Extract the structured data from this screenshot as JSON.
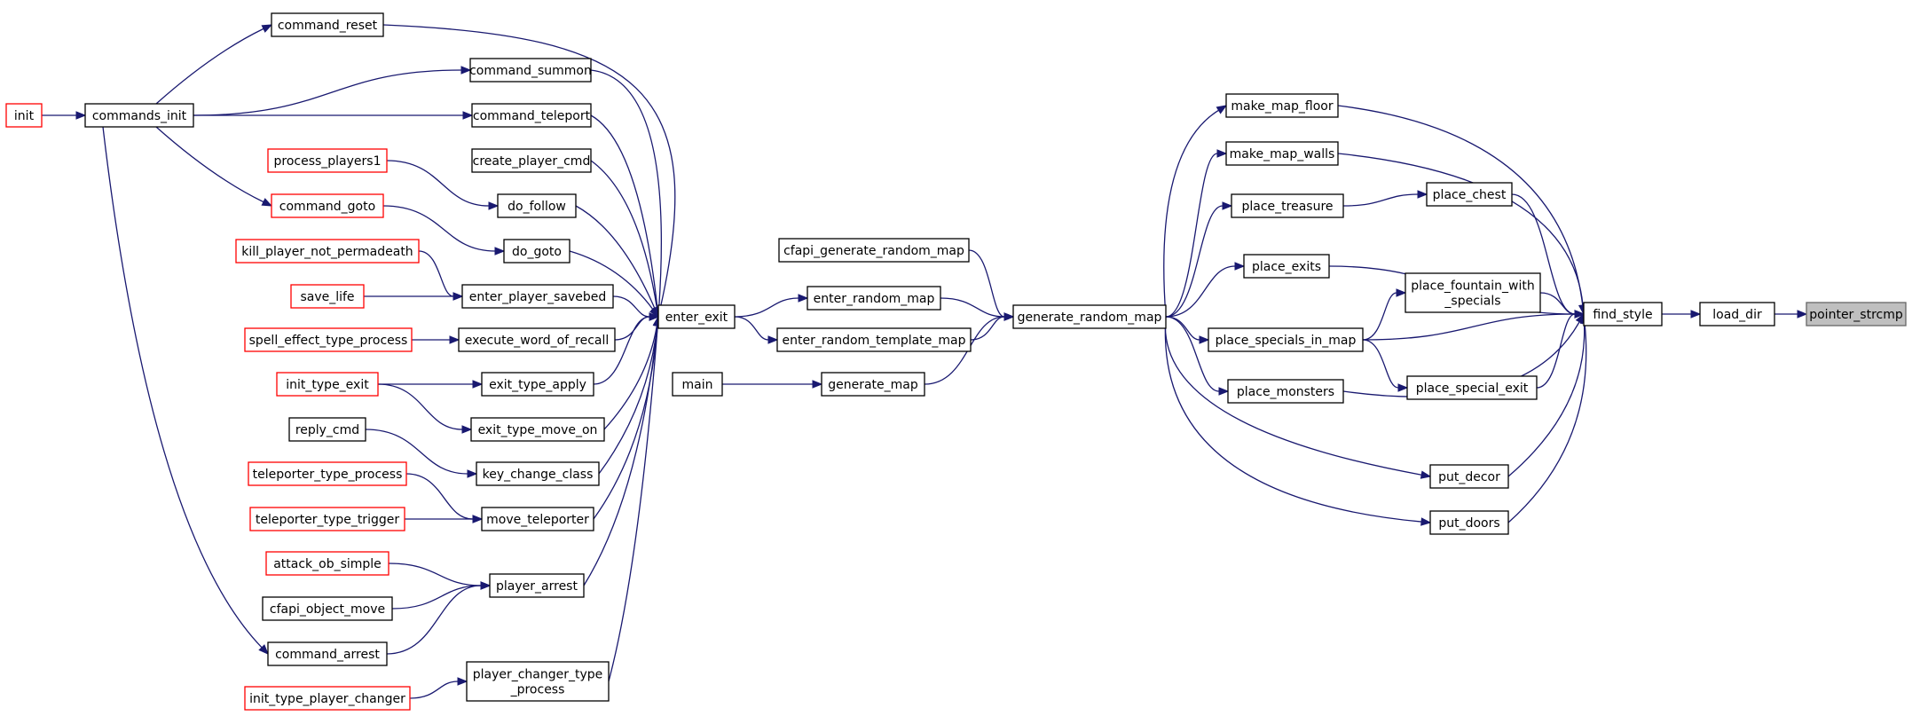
{
  "nodes": {
    "pointer_strcmp": {
      "label": "pointer_strcmp",
      "style": "root"
    },
    "load_dir": {
      "label": "load_dir",
      "style": "normal"
    },
    "find_style": {
      "label": "find_style",
      "style": "normal"
    },
    "make_map_floor": {
      "label": "make_map_floor",
      "style": "normal"
    },
    "make_map_walls": {
      "label": "make_map_walls",
      "style": "normal"
    },
    "place_chest": {
      "label": "place_chest",
      "style": "normal"
    },
    "place_treasure": {
      "label": "place_treasure",
      "style": "normal"
    },
    "place_exits": {
      "label": "place_exits",
      "style": "normal"
    },
    "place_fountain_with_specials": {
      "label": "place_fountain_with\n_specials",
      "style": "normal"
    },
    "place_specials_in_map": {
      "label": "place_specials_in_map",
      "style": "normal"
    },
    "place_special_exit": {
      "label": "place_special_exit",
      "style": "normal"
    },
    "place_monsters": {
      "label": "place_monsters",
      "style": "normal"
    },
    "put_decor": {
      "label": "put_decor",
      "style": "normal"
    },
    "put_doors": {
      "label": "put_doors",
      "style": "normal"
    },
    "generate_random_map": {
      "label": "generate_random_map",
      "style": "normal"
    },
    "cfapi_generate_random_map": {
      "label": "cfapi_generate_random_map",
      "style": "normal"
    },
    "enter_random_map": {
      "label": "enter_random_map",
      "style": "normal"
    },
    "enter_random_template_map": {
      "label": "enter_random_template_map",
      "style": "normal"
    },
    "generate_map": {
      "label": "generate_map",
      "style": "normal"
    },
    "main": {
      "label": "main",
      "style": "normal"
    },
    "enter_exit": {
      "label": "enter_exit",
      "style": "normal"
    },
    "command_reset": {
      "label": "command_reset",
      "style": "normal"
    },
    "command_summon": {
      "label": "command_summon",
      "style": "normal"
    },
    "command_teleport": {
      "label": "command_teleport",
      "style": "normal"
    },
    "create_player_cmd": {
      "label": "create_player_cmd",
      "style": "normal"
    },
    "do_follow": {
      "label": "do_follow",
      "style": "normal"
    },
    "do_goto": {
      "label": "do_goto",
      "style": "normal"
    },
    "enter_player_savebed": {
      "label": "enter_player_savebed",
      "style": "normal"
    },
    "execute_word_of_recall": {
      "label": "execute_word_of_recall",
      "style": "normal"
    },
    "exit_type_apply": {
      "label": "exit_type_apply",
      "style": "normal"
    },
    "exit_type_move_on": {
      "label": "exit_type_move_on",
      "style": "normal"
    },
    "key_change_class": {
      "label": "key_change_class",
      "style": "normal"
    },
    "move_teleporter": {
      "label": "move_teleporter",
      "style": "normal"
    },
    "player_arrest": {
      "label": "player_arrest",
      "style": "normal"
    },
    "player_changer_type_process": {
      "label": "player_changer_type\n_process",
      "style": "normal"
    },
    "commands_init": {
      "label": "commands_init",
      "style": "normal"
    },
    "init": {
      "label": "init",
      "style": "red"
    },
    "process_players1": {
      "label": "process_players1",
      "style": "red"
    },
    "command_goto": {
      "label": "command_goto",
      "style": "red"
    },
    "kill_player_not_permadeath": {
      "label": "kill_player_not_permadeath",
      "style": "red"
    },
    "save_life": {
      "label": "save_life",
      "style": "red"
    },
    "spell_effect_type_process": {
      "label": "spell_effect_type_process",
      "style": "red"
    },
    "init_type_exit": {
      "label": "init_type_exit",
      "style": "red"
    },
    "reply_cmd": {
      "label": "reply_cmd",
      "style": "normal"
    },
    "teleporter_type_process": {
      "label": "teleporter_type_process",
      "style": "red"
    },
    "teleporter_type_trigger": {
      "label": "teleporter_type_trigger",
      "style": "red"
    },
    "attack_ob_simple": {
      "label": "attack_ob_simple",
      "style": "red"
    },
    "cfapi_object_move": {
      "label": "cfapi_object_move",
      "style": "normal"
    },
    "command_arrest": {
      "label": "command_arrest",
      "style": "normal"
    },
    "init_type_player_changer": {
      "label": "init_type_player_changer",
      "style": "red"
    }
  },
  "edges": [
    [
      "load_dir",
      "pointer_strcmp"
    ],
    [
      "find_style",
      "load_dir"
    ],
    [
      "make_map_floor",
      "find_style"
    ],
    [
      "make_map_walls",
      "find_style"
    ],
    [
      "place_chest",
      "find_style"
    ],
    [
      "place_exits",
      "find_style"
    ],
    [
      "place_fountain_with_specials",
      "find_style"
    ],
    [
      "place_specials_in_map",
      "find_style"
    ],
    [
      "place_special_exit",
      "find_style"
    ],
    [
      "place_monsters",
      "find_style"
    ],
    [
      "put_decor",
      "find_style"
    ],
    [
      "put_doors",
      "find_style"
    ],
    [
      "place_treasure",
      "place_chest"
    ],
    [
      "place_specials_in_map",
      "place_fountain_with_specials"
    ],
    [
      "place_specials_in_map",
      "place_special_exit"
    ],
    [
      "generate_random_map",
      "make_map_floor"
    ],
    [
      "generate_random_map",
      "make_map_walls"
    ],
    [
      "generate_random_map",
      "place_treasure"
    ],
    [
      "generate_random_map",
      "place_exits"
    ],
    [
      "generate_random_map",
      "place_specials_in_map"
    ],
    [
      "generate_random_map",
      "place_monsters"
    ],
    [
      "generate_random_map",
      "put_decor"
    ],
    [
      "generate_random_map",
      "put_doors"
    ],
    [
      "cfapi_generate_random_map",
      "generate_random_map"
    ],
    [
      "enter_random_map",
      "generate_random_map"
    ],
    [
      "enter_random_template_map",
      "generate_random_map"
    ],
    [
      "generate_map",
      "generate_random_map"
    ],
    [
      "main",
      "generate_map"
    ],
    [
      "enter_exit",
      "enter_random_map"
    ],
    [
      "enter_exit",
      "enter_random_template_map"
    ],
    [
      "command_reset",
      "enter_exit"
    ],
    [
      "command_summon",
      "enter_exit"
    ],
    [
      "command_teleport",
      "enter_exit"
    ],
    [
      "create_player_cmd",
      "enter_exit"
    ],
    [
      "do_follow",
      "enter_exit"
    ],
    [
      "do_goto",
      "enter_exit"
    ],
    [
      "enter_player_savebed",
      "enter_exit"
    ],
    [
      "execute_word_of_recall",
      "enter_exit"
    ],
    [
      "exit_type_apply",
      "enter_exit"
    ],
    [
      "exit_type_move_on",
      "enter_exit"
    ],
    [
      "key_change_class",
      "enter_exit"
    ],
    [
      "move_teleporter",
      "enter_exit"
    ],
    [
      "player_arrest",
      "enter_exit"
    ],
    [
      "player_changer_type_process",
      "enter_exit"
    ],
    [
      "init",
      "commands_init"
    ],
    [
      "commands_init",
      "command_reset"
    ],
    [
      "commands_init",
      "command_summon"
    ],
    [
      "commands_init",
      "command_teleport"
    ],
    [
      "commands_init",
      "command_goto"
    ],
    [
      "commands_init",
      "command_arrest"
    ],
    [
      "process_players1",
      "do_follow"
    ],
    [
      "command_goto",
      "do_goto"
    ],
    [
      "kill_player_not_permadeath",
      "enter_player_savebed"
    ],
    [
      "save_life",
      "enter_player_savebed"
    ],
    [
      "spell_effect_type_process",
      "execute_word_of_recall"
    ],
    [
      "init_type_exit",
      "exit_type_apply"
    ],
    [
      "init_type_exit",
      "exit_type_move_on"
    ],
    [
      "reply_cmd",
      "key_change_class"
    ],
    [
      "teleporter_type_process",
      "move_teleporter"
    ],
    [
      "teleporter_type_trigger",
      "move_teleporter"
    ],
    [
      "attack_ob_simple",
      "player_arrest"
    ],
    [
      "cfapi_object_move",
      "player_arrest"
    ],
    [
      "command_arrest",
      "player_arrest"
    ],
    [
      "init_type_player_changer",
      "player_changer_type_process"
    ]
  ]
}
